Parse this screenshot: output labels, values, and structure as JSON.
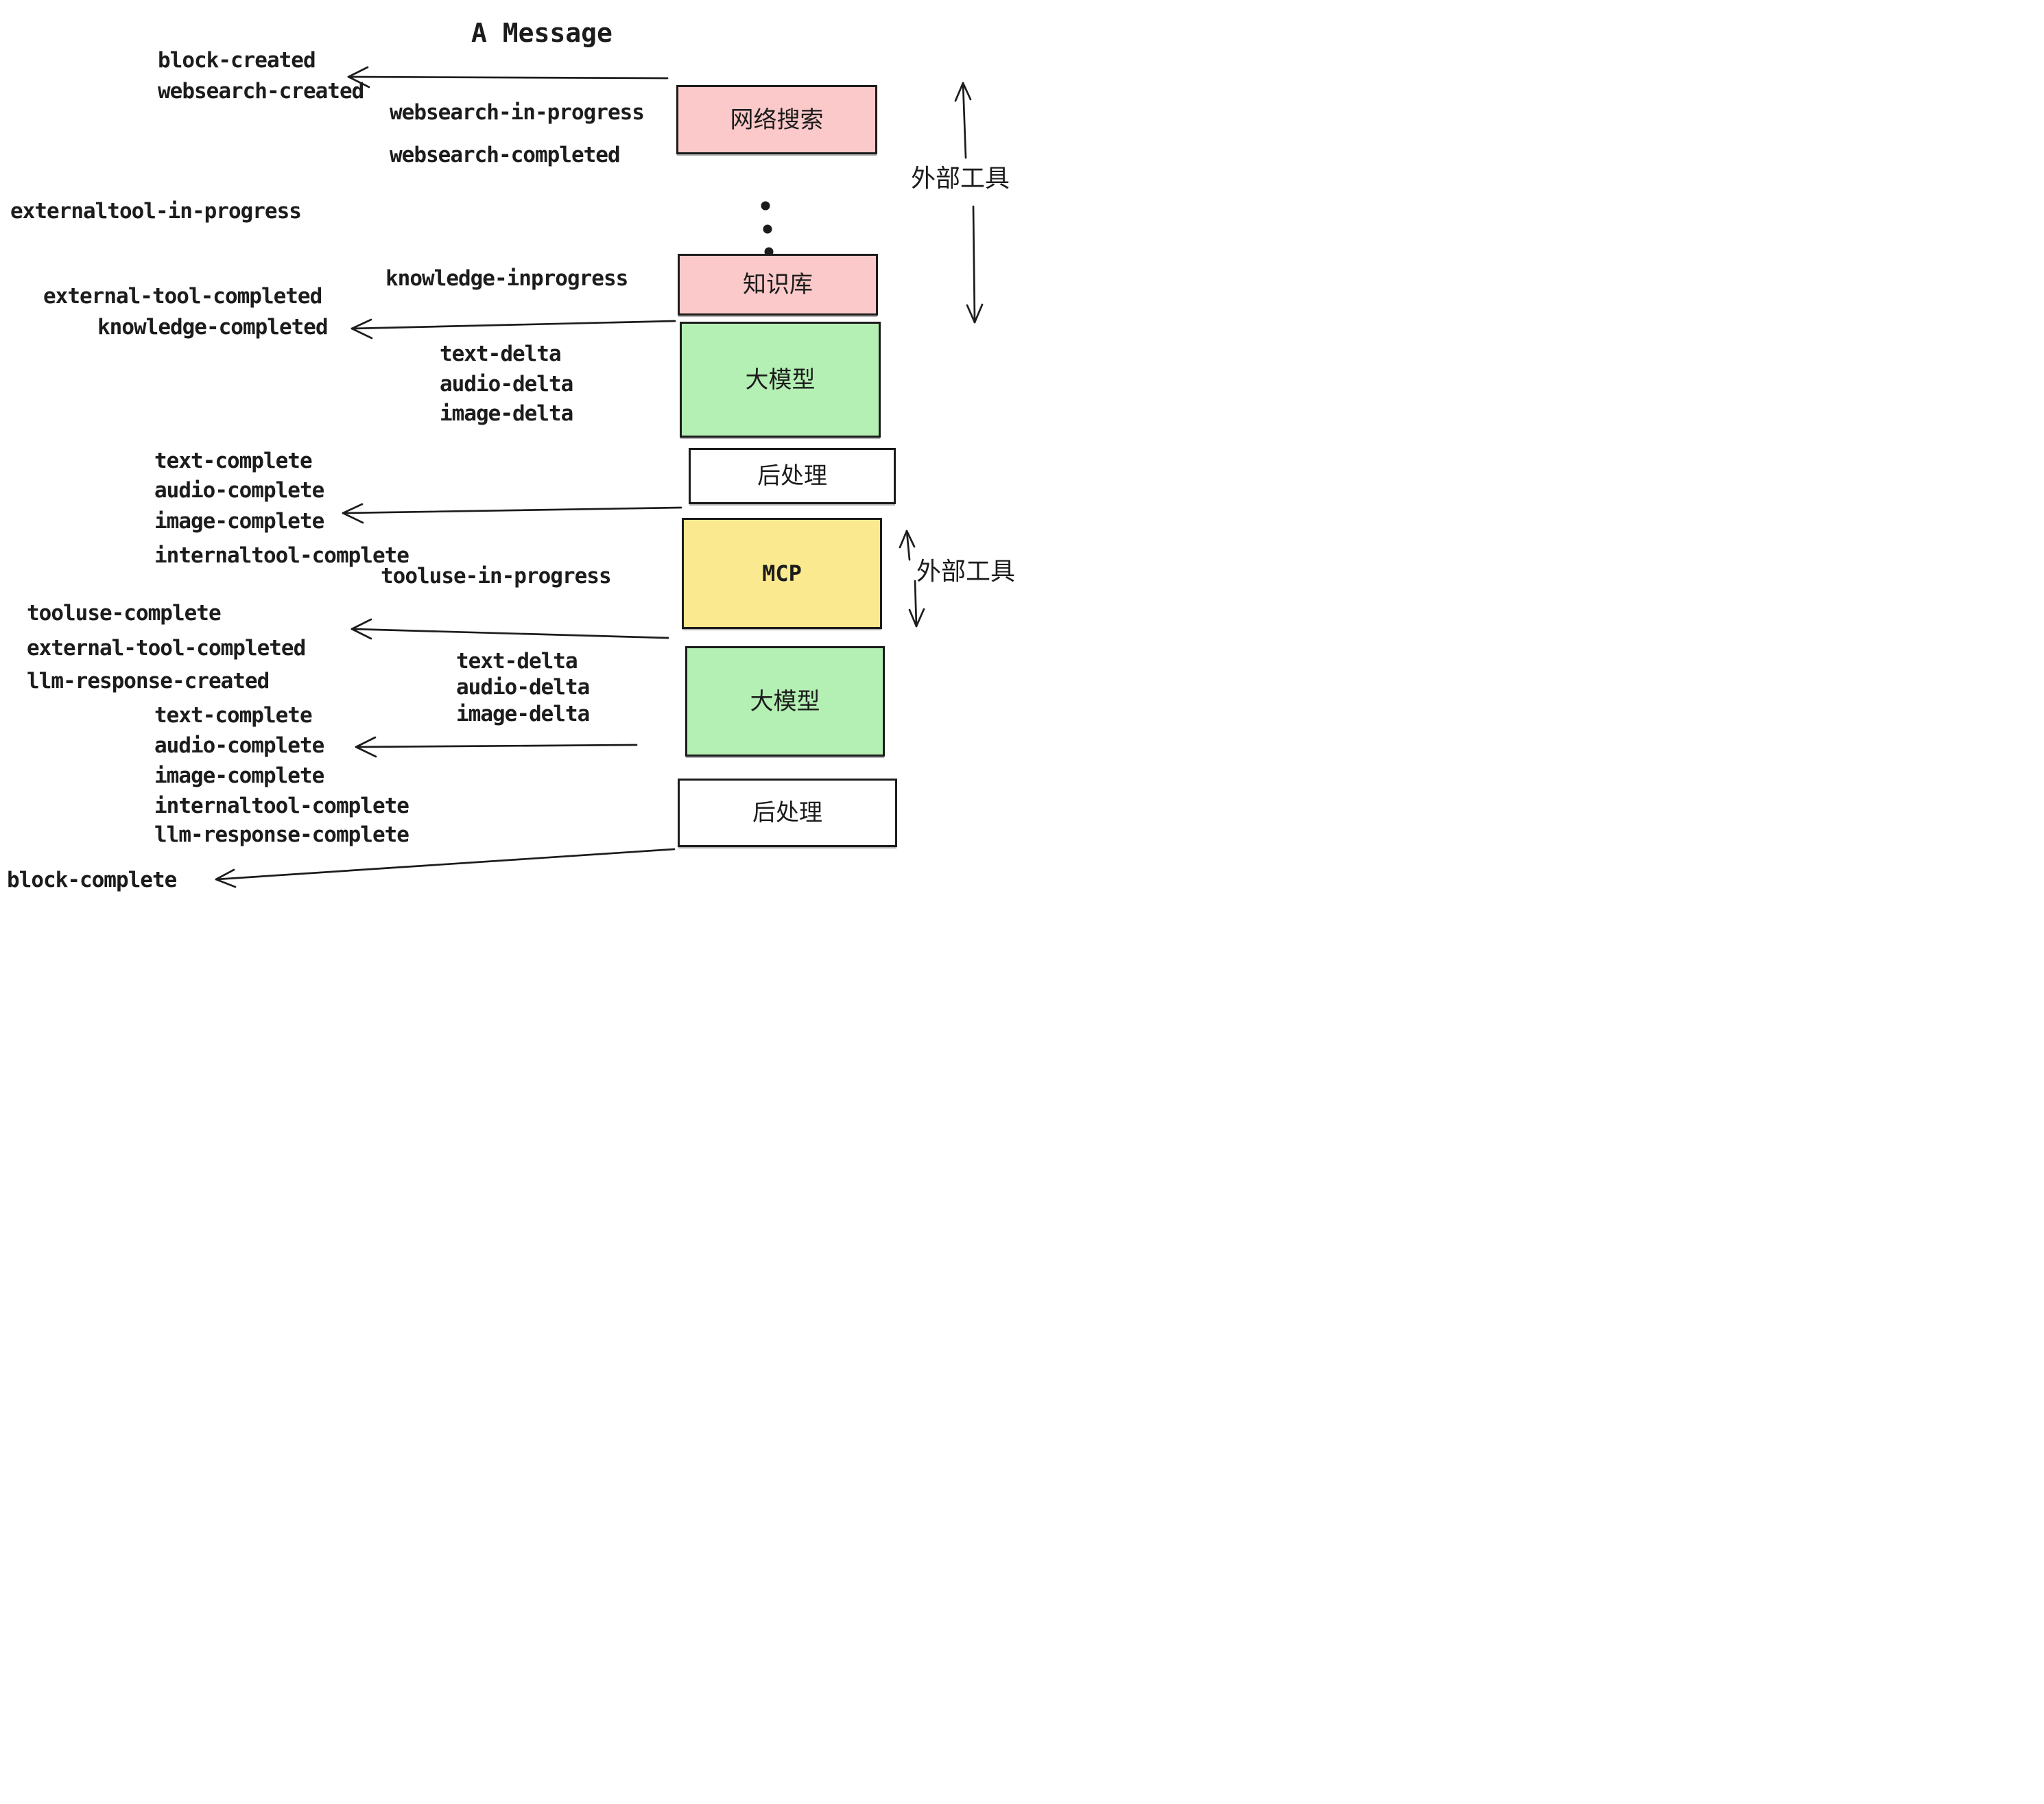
{
  "title": "A Message",
  "events": {
    "block_created": "block-created",
    "websearch_created": "websearch-created",
    "websearch_in_progress": "websearch-in-progress",
    "websearch_completed": "websearch-completed",
    "externaltool_in_progress": "externaltool-in-progress",
    "knowledge_inprogress": "knowledge-inprogress",
    "external_tool_completed": "external-tool-completed",
    "knowledge_completed": "knowledge-completed",
    "text_delta": "text-delta",
    "audio_delta": "audio-delta",
    "image_delta": "image-delta",
    "text_complete": "text-complete",
    "audio_complete": "audio-complete",
    "image_complete": "image-complete",
    "internaltool_complete": "internaltool-complete",
    "tooluse_in_progress": "tooluse-in-progress",
    "tooluse_complete": "tooluse-complete",
    "llm_response_created": "llm-response-created",
    "llm_response_complete": "llm-response-complete",
    "block_complete": "block-complete"
  },
  "nodes": {
    "web_search": "网络搜索",
    "knowledge_base": "知识库",
    "llm": "大模型",
    "post_process": "后处理",
    "mcp": "MCP"
  },
  "side_labels": {
    "external_tools": "外部工具"
  },
  "colors": {
    "node_pink": "#fbc9c9",
    "node_green": "#b4efb4",
    "node_yellow": "#fae98e",
    "node_white": "#ffffff",
    "ink": "#1c1c1c"
  }
}
